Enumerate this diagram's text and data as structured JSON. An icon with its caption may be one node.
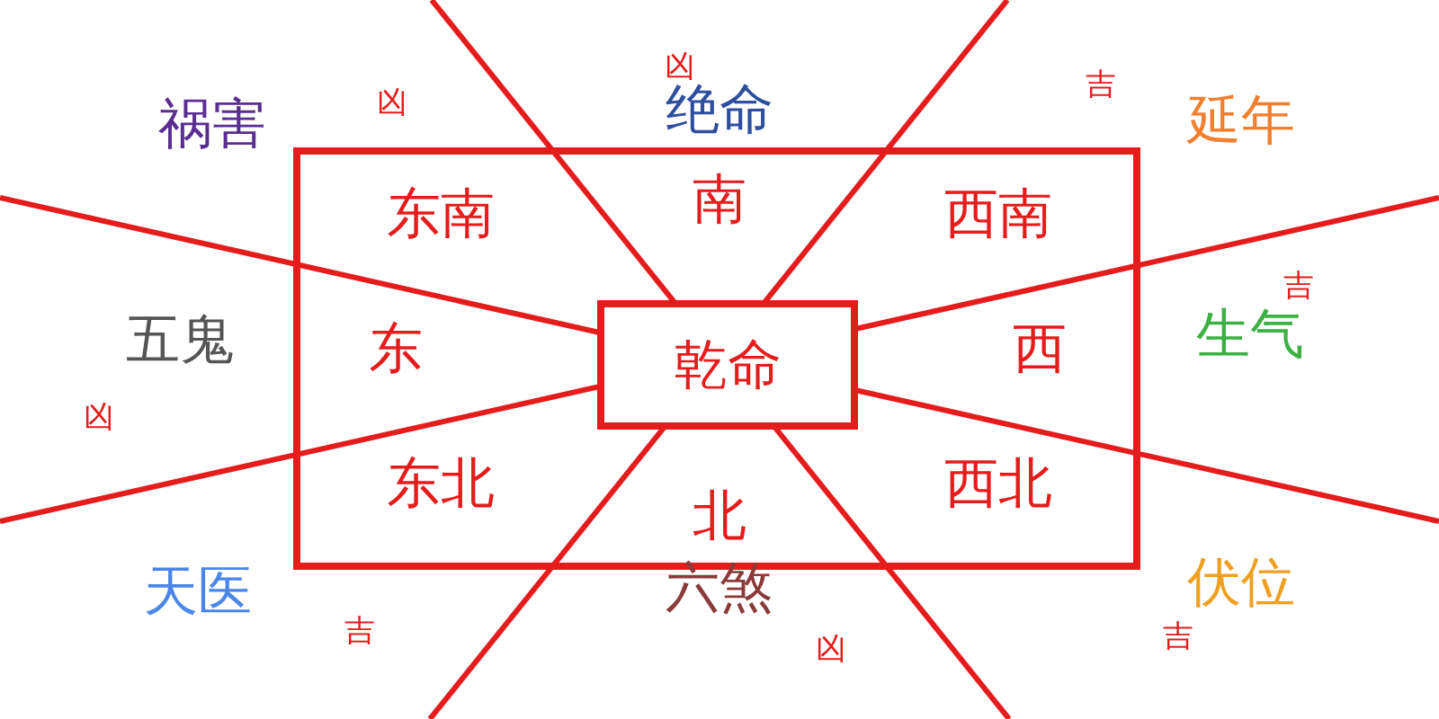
{
  "diagram": {
    "nodes": [
      {
        "text": [],
        "shape": "box"
      },
      {
        "text": [
          "乾命"
        ],
        "in": 0
      }
    ],
    "edges": [],
    "labels": [
      "凶",
      "吉",
      "祸害",
      "凶",
      "绝命",
      "延年",
      "东南",
      "南",
      "西南",
      "吉",
      "五鬼",
      "东",
      "西",
      "生气",
      "凶",
      "东北",
      "北",
      "西北",
      "天医",
      "六煞",
      "伏位",
      "吉",
      "吉",
      "凶"
    ]
  }
}
